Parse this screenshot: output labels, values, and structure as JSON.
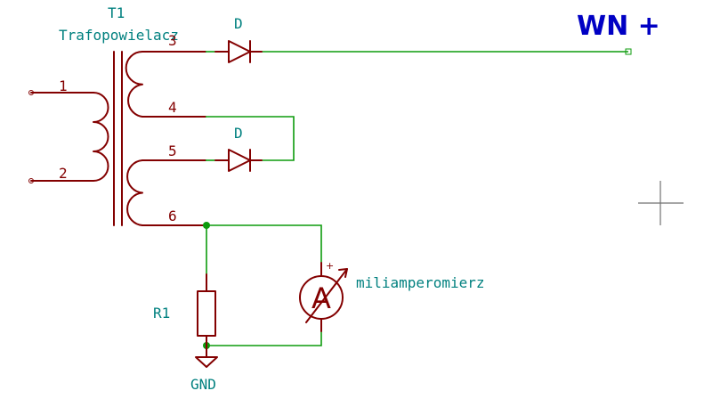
{
  "transformer": {
    "reference": "T1",
    "value": "Trafopowielacz",
    "pins": {
      "p1": "1",
      "p2": "2",
      "p3": "3",
      "p4": "4",
      "p5": "5",
      "p6": "6"
    }
  },
  "diodes": [
    {
      "label": "D"
    },
    {
      "label": "D"
    }
  ],
  "resistor": {
    "reference": "R1"
  },
  "meter": {
    "value": "miliamperomierz",
    "symbol": "A",
    "polarity": "+"
  },
  "ground": {
    "label": "GND"
  },
  "net_label": {
    "text": "WN +"
  },
  "colors": {
    "symbol": "#830000",
    "wire": "#0d9b0d",
    "label_text": "#00807f",
    "net_label": "#0000c4",
    "cursor": "#707070"
  }
}
